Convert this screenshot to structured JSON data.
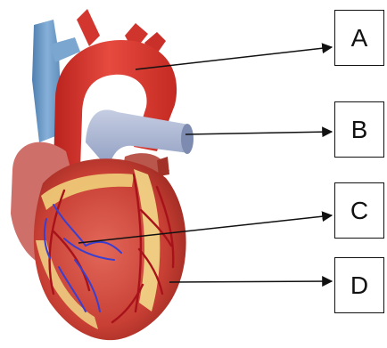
{
  "labels": {
    "a": "A",
    "b": "B",
    "c": "C",
    "d": "D"
  },
  "colors": {
    "aorta": "#d9332f",
    "superior_vena_cava": "#6f9fcc",
    "pulmonary_artery": "#a9b6d3",
    "myocardium": "#c9473a",
    "fat": "#f1d37c",
    "coronary_artery": "#b5131b",
    "coronary_vein": "#3a3fd0"
  },
  "icons": [
    "heart-illustration",
    "arrow-icon"
  ]
}
